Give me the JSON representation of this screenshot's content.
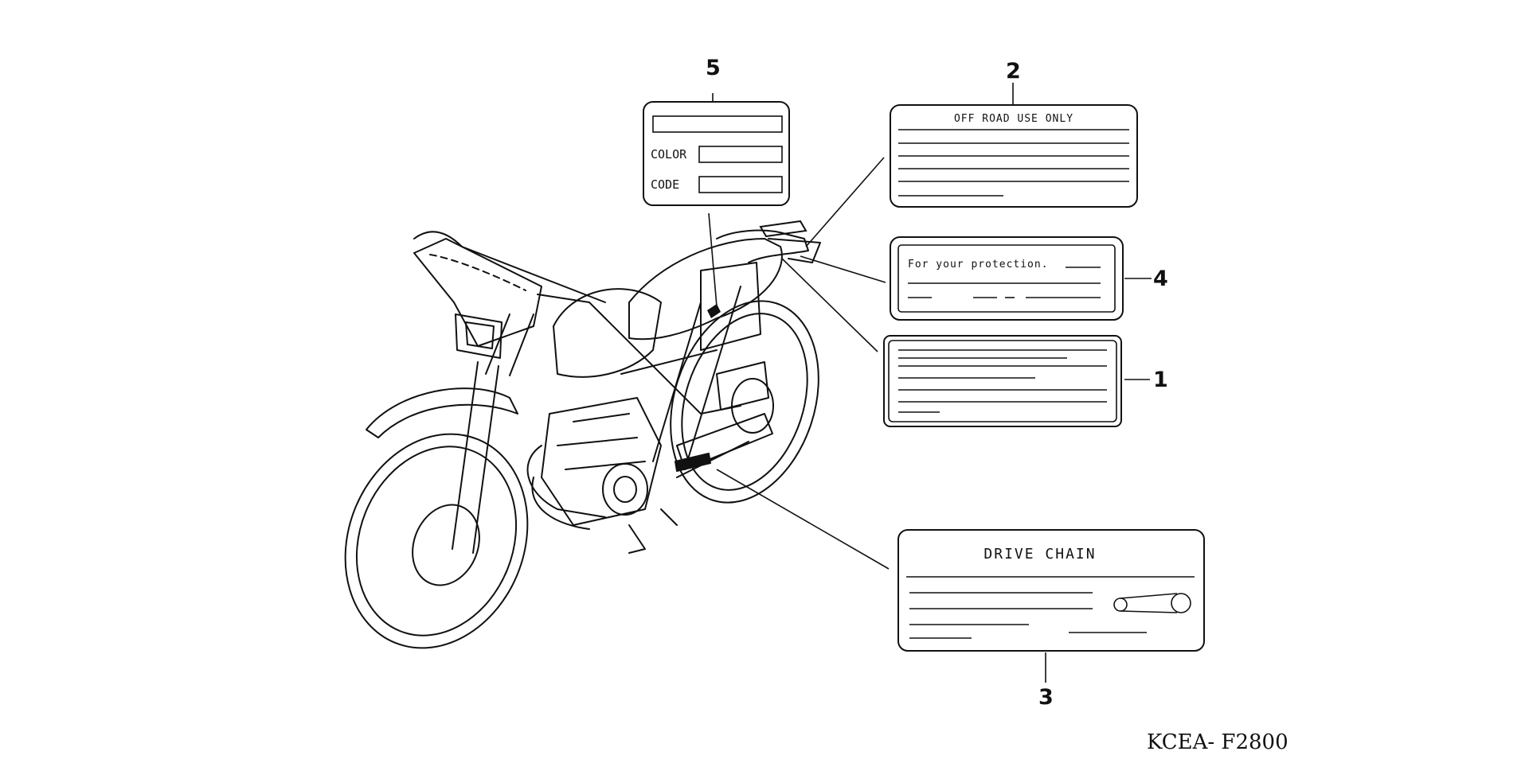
{
  "diagram": {
    "reference_code": "KCEA- F2800",
    "callouts": [
      {
        "number": "1"
      },
      {
        "number": "2"
      },
      {
        "number": "3"
      },
      {
        "number": "4"
      },
      {
        "number": "5"
      }
    ],
    "labels": {
      "off_road": "OFF ROAD USE ONLY",
      "protection": "For your protection.",
      "drive_chain": "DRIVE CHAIN",
      "color": "COLOR",
      "code": "CODE"
    }
  }
}
